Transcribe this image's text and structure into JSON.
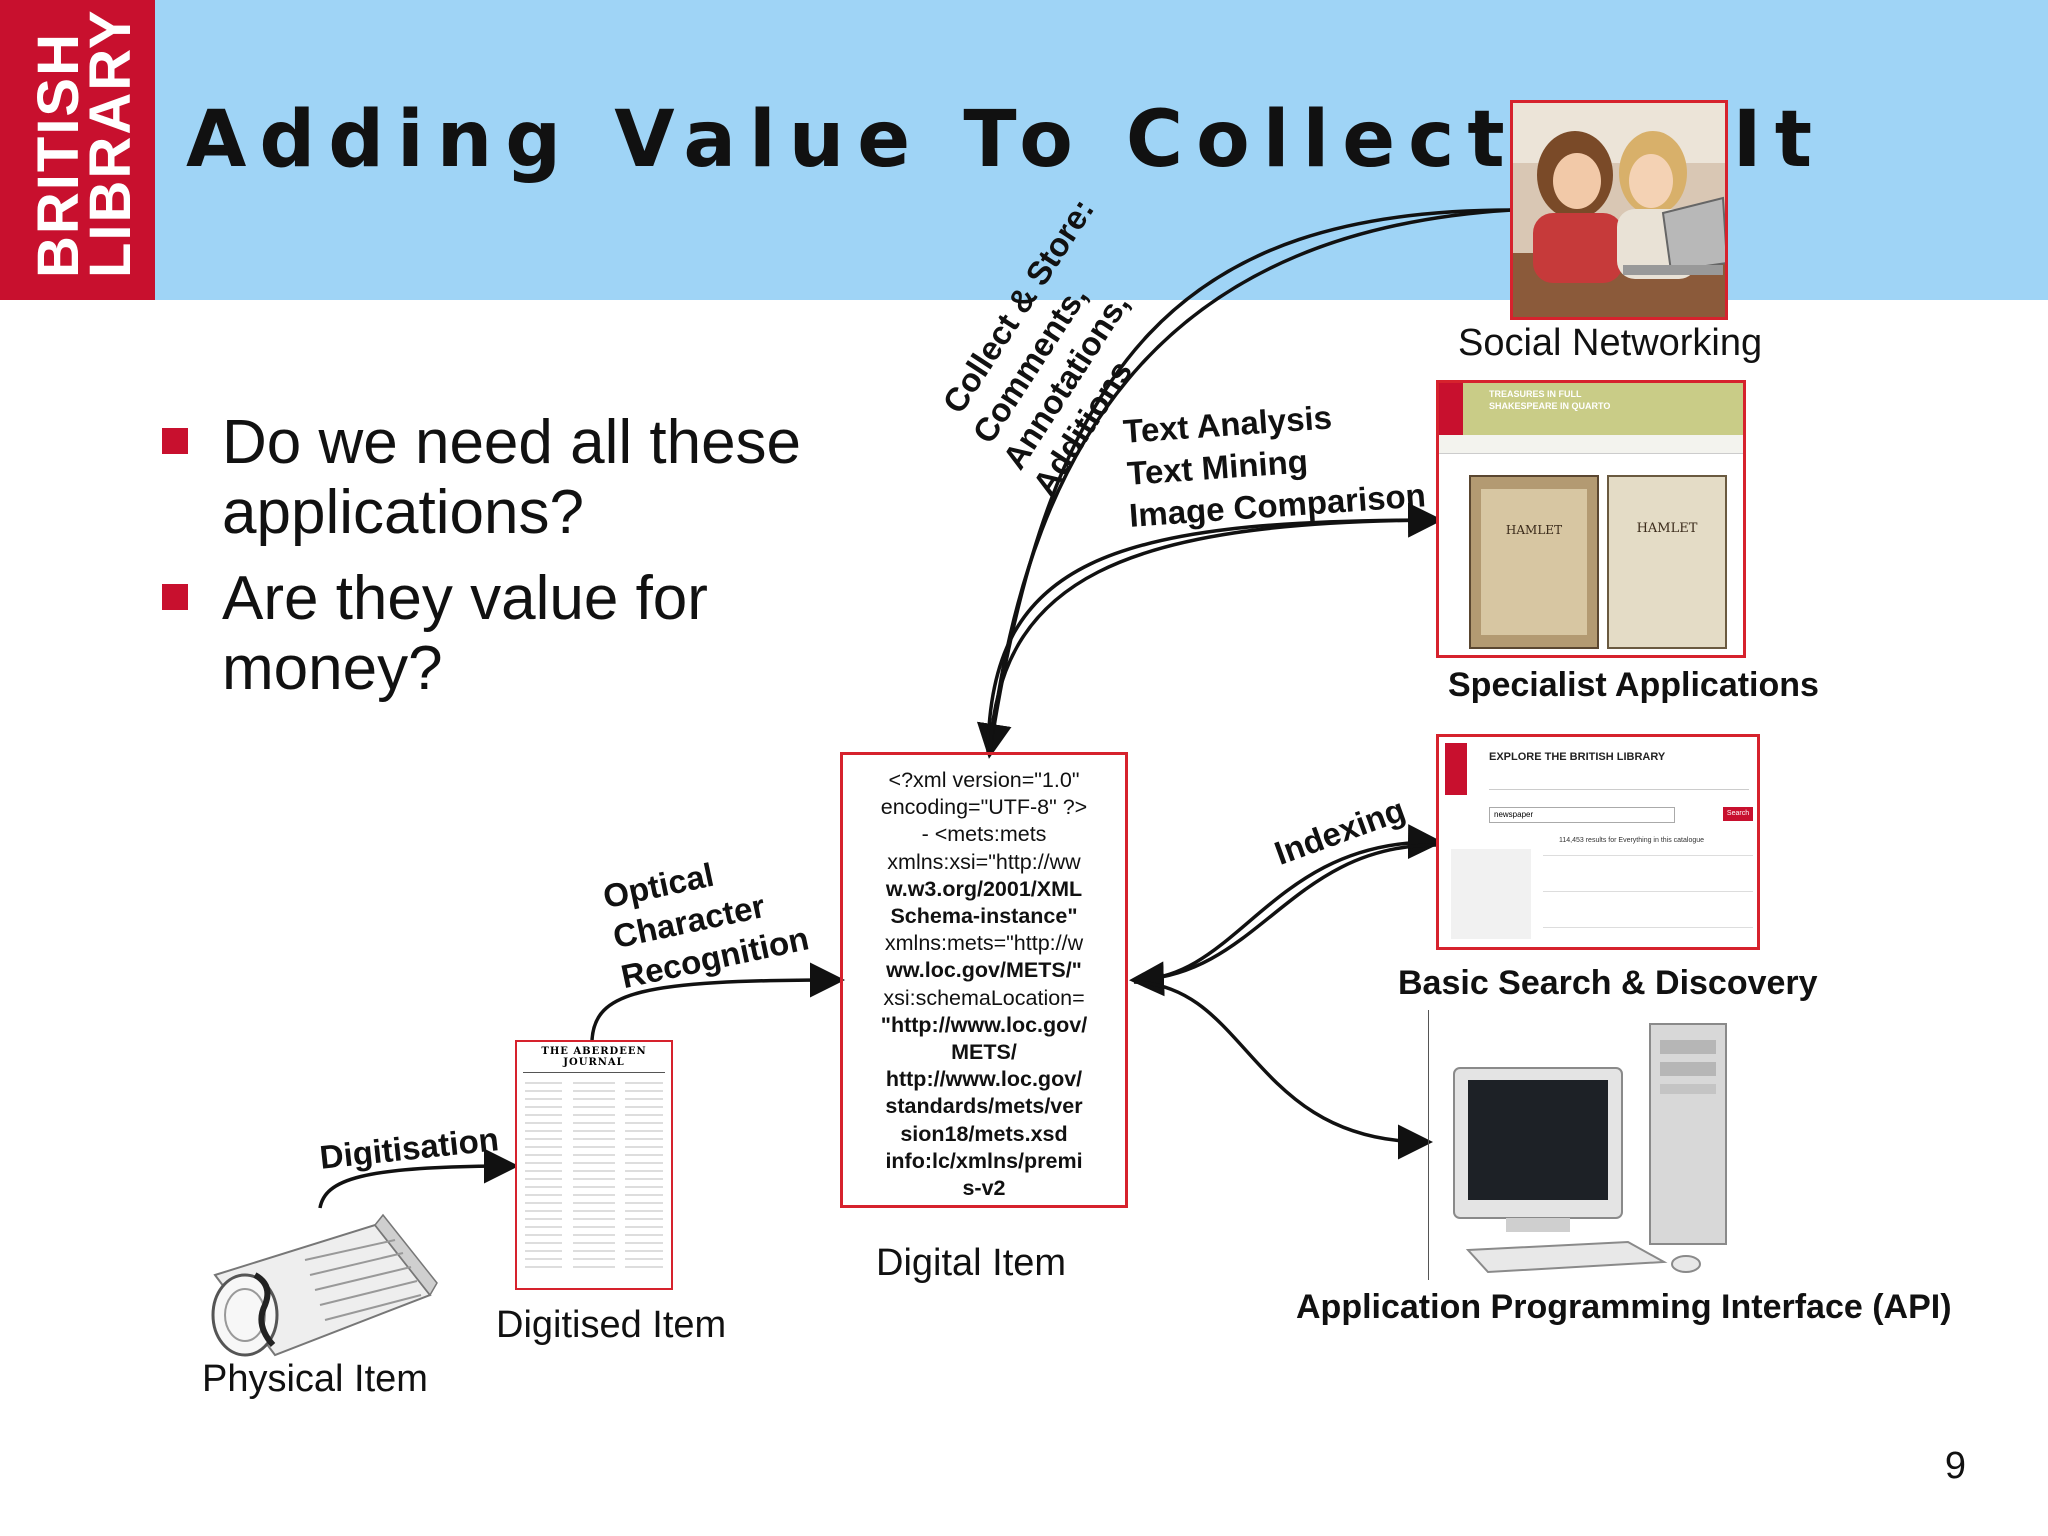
{
  "logo": {
    "line1": "BRITISH",
    "line2": "LIBRARY"
  },
  "title": "Adding Value To Collection It",
  "bullets": [
    "Do we need all these applications?",
    "Are they value for money?"
  ],
  "captions": {
    "physical_item": "Physical Item",
    "digitised_item": "Digitised Item",
    "digital_item": "Digital Item",
    "social_networking": "Social Networking",
    "specialist_applications": "Specialist Applications",
    "basic_search": "Basic Search & Discovery",
    "api": "Application Programming Interface (API)"
  },
  "arrow_labels": {
    "digitisation": "Digitisation",
    "ocr": [
      "Optical",
      "Character",
      "Recognition"
    ],
    "collect": [
      "Collect & Store:",
      "Comments,",
      "Annotations,",
      "Additions"
    ],
    "text_analysis": [
      "Text Analysis",
      "Text Mining",
      "Image Comparison"
    ],
    "indexing": "Indexing"
  },
  "xml_lines": [
    {
      "t": "<?xml version=\"1.0\"",
      "b": false
    },
    {
      "t": "encoding=\"UTF-8\" ?>",
      "b": false
    },
    {
      "t": "- <mets:mets",
      "b": false
    },
    {
      "t": "xmlns:xsi=\"http://ww",
      "b": false
    },
    {
      "t": "w.w3.org/2001/XML",
      "b": true
    },
    {
      "t": "Schema-instance\"",
      "b": true
    },
    {
      "t": "xmlns:mets=\"http://w",
      "b": false
    },
    {
      "t": "ww.loc.gov/METS/\"",
      "b": true
    },
    {
      "t": "xsi:schemaLocation=",
      "b": false
    },
    {
      "t": "\"http://www.loc.gov/",
      "b": true
    },
    {
      "t": "METS/",
      "b": true
    },
    {
      "t": "http://www.loc.gov/",
      "b": true
    },
    {
      "t": "standards/mets/ver",
      "b": true
    },
    {
      "t": "sion18/mets.xsd",
      "b": true
    },
    {
      "t": "info:lc/xmlns/premi",
      "b": true
    },
    {
      "t": "s-v2",
      "b": true
    }
  ],
  "newspaper_masthead": "THE ABERDEEN JOURNAL",
  "specialist_screen": {
    "header": "TREASURES IN FULL",
    "subheader": "SHAKESPEARE IN QUARTO",
    "book_title": "HAMLET"
  },
  "search_screen": {
    "header": "EXPLORE THE BRITISH LIBRARY",
    "query": "newspaper",
    "results": "114,453 results for Everything in this catalogue",
    "search_btn": "Search"
  },
  "page_number": "9",
  "colors": {
    "header_bg": "#9fd4f6",
    "brand_red": "#c8102e",
    "box_red": "#d6222d"
  }
}
